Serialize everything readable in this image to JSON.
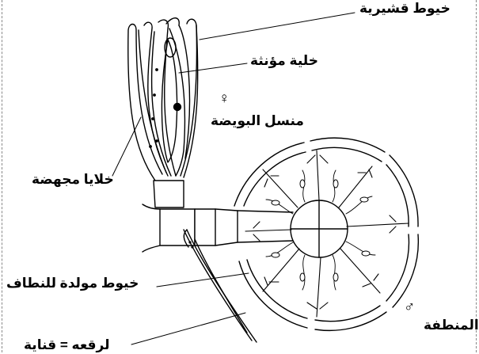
{
  "labels": {
    "cortical_filaments": "خيوط قشيرية",
    "oogonium_cell": "خلية مؤنثة",
    "female_symbol": "♀",
    "oogonium_organ": "منسل البويضة",
    "ovum_cells": "خلايا مجهضة",
    "antheridial_filaments": "خيوط مولدة للنطاف",
    "male_symbol": "♂",
    "antheridium_region": "المنطفة",
    "thallus_note": "لرقعه = قناية"
  }
}
